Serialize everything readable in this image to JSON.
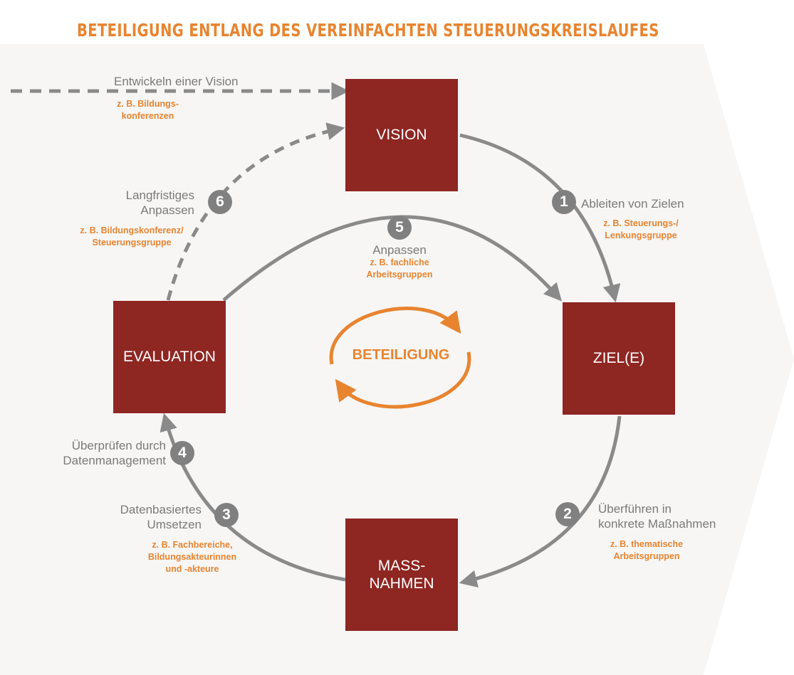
{
  "title": "BETEILIGUNG ENTLANG DES VEREINFACHTEN STEUERUNGSKREISLAUFES",
  "colors": {
    "box": "#8e2622",
    "accent": "#e8842f",
    "grey": "#808080",
    "background": "#f7f6f5"
  },
  "boxes": {
    "vision": "VISION",
    "ziele": "ZIEL(E)",
    "massnahmen": "MASS-\nNAHMEN",
    "evaluation": "EVALUATION"
  },
  "center_label": "BETEILIGUNG",
  "entry": {
    "label": "Entwickeln einer Vision",
    "example": "z. B. Bildungs-\nkonferenzen"
  },
  "steps": [
    {
      "number": "1",
      "label": "Ableiten von Zielen",
      "example": "z. B. Steuerungs-/\nLenkungsgruppe"
    },
    {
      "number": "2",
      "label": "Überführen in\nkonkrete Maßnahmen",
      "example": "z. B. thematische\nArbeitsgruppen"
    },
    {
      "number": "3",
      "label": "Datenbasiertes\nUmsetzen",
      "example": "z. B. Fachbereiche,\nBildungsakteurinnen\nund -akteure"
    },
    {
      "number": "4",
      "label": "Überprüfen durch\nDatenmanagement",
      "example": ""
    },
    {
      "number": "5",
      "label": "Anpassen",
      "example": "z. B. fachliche\nArbeitsgruppen"
    },
    {
      "number": "6",
      "label": "Langfristiges\nAnpassen",
      "example": "z. B. Bildungskonferenz/\nSteuerungsgruppe"
    }
  ]
}
